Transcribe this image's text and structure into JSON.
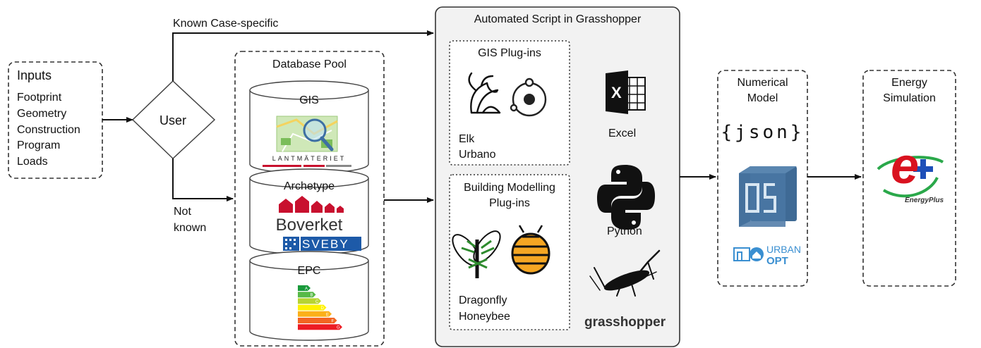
{
  "inputs": {
    "title": "Inputs",
    "items": [
      "Footprint",
      "Geometry",
      "Construction",
      "Program",
      "Loads"
    ]
  },
  "user": {
    "label": "User"
  },
  "branches": {
    "known": "Known Case-specific",
    "not_known_1": "Not",
    "not_known_2": "known"
  },
  "database": {
    "title": "Database Pool",
    "gis": {
      "label": "GIS",
      "logo_text": "LANTMÄTERIET"
    },
    "archetype": {
      "label": "Archetype",
      "boverket": "Boverket",
      "sveby": "SVEBY"
    },
    "epc": {
      "label": "EPC",
      "grades": [
        "A",
        "B",
        "C",
        "D",
        "E",
        "F",
        "G"
      ]
    }
  },
  "script": {
    "title": "Automated Script in Grasshopper",
    "gis_plugins": {
      "title": "GIS Plug-ins",
      "items": [
        "Elk",
        "Urbano"
      ]
    },
    "bm_plugins": {
      "title_1": "Building Modelling",
      "title_2": "Plug-ins",
      "items": [
        "Dragonfly",
        "Honeybee"
      ]
    },
    "excel": {
      "label": "Excel",
      "icon_letter": "X"
    },
    "python": {
      "label": "Python"
    },
    "grasshopper": {
      "label": "grasshopper"
    }
  },
  "numerical": {
    "title_1": "Numerical",
    "title_2": "Model",
    "json_logo": "{json}",
    "os_letters": "OS",
    "urbanopt_1": "URBAN",
    "urbanopt_2": "OPT"
  },
  "energy": {
    "title_1": "Energy",
    "title_2": "Simulation",
    "logo_letter": "e",
    "logo_plus": "+",
    "logo_text": "EnergyPlus"
  },
  "colors": {
    "dash": "#333333",
    "script_bg": "#f2f2f2",
    "gis_green": "#7bbd5a",
    "lantmateriet_red": "#c8102e",
    "boverket_red": "#c8102e",
    "sveby_blue": "#1d5aa8",
    "energyplus_red": "#d9121f",
    "energyplus_blue": "#1e4fb8",
    "energyplus_green": "#2aa84a",
    "urbanopt_blue": "#3a8fd1"
  },
  "epc_colors": [
    "#1a9a3b",
    "#57b947",
    "#b8d432",
    "#fff200",
    "#fbb01a",
    "#f26522",
    "#ed1c24"
  ]
}
